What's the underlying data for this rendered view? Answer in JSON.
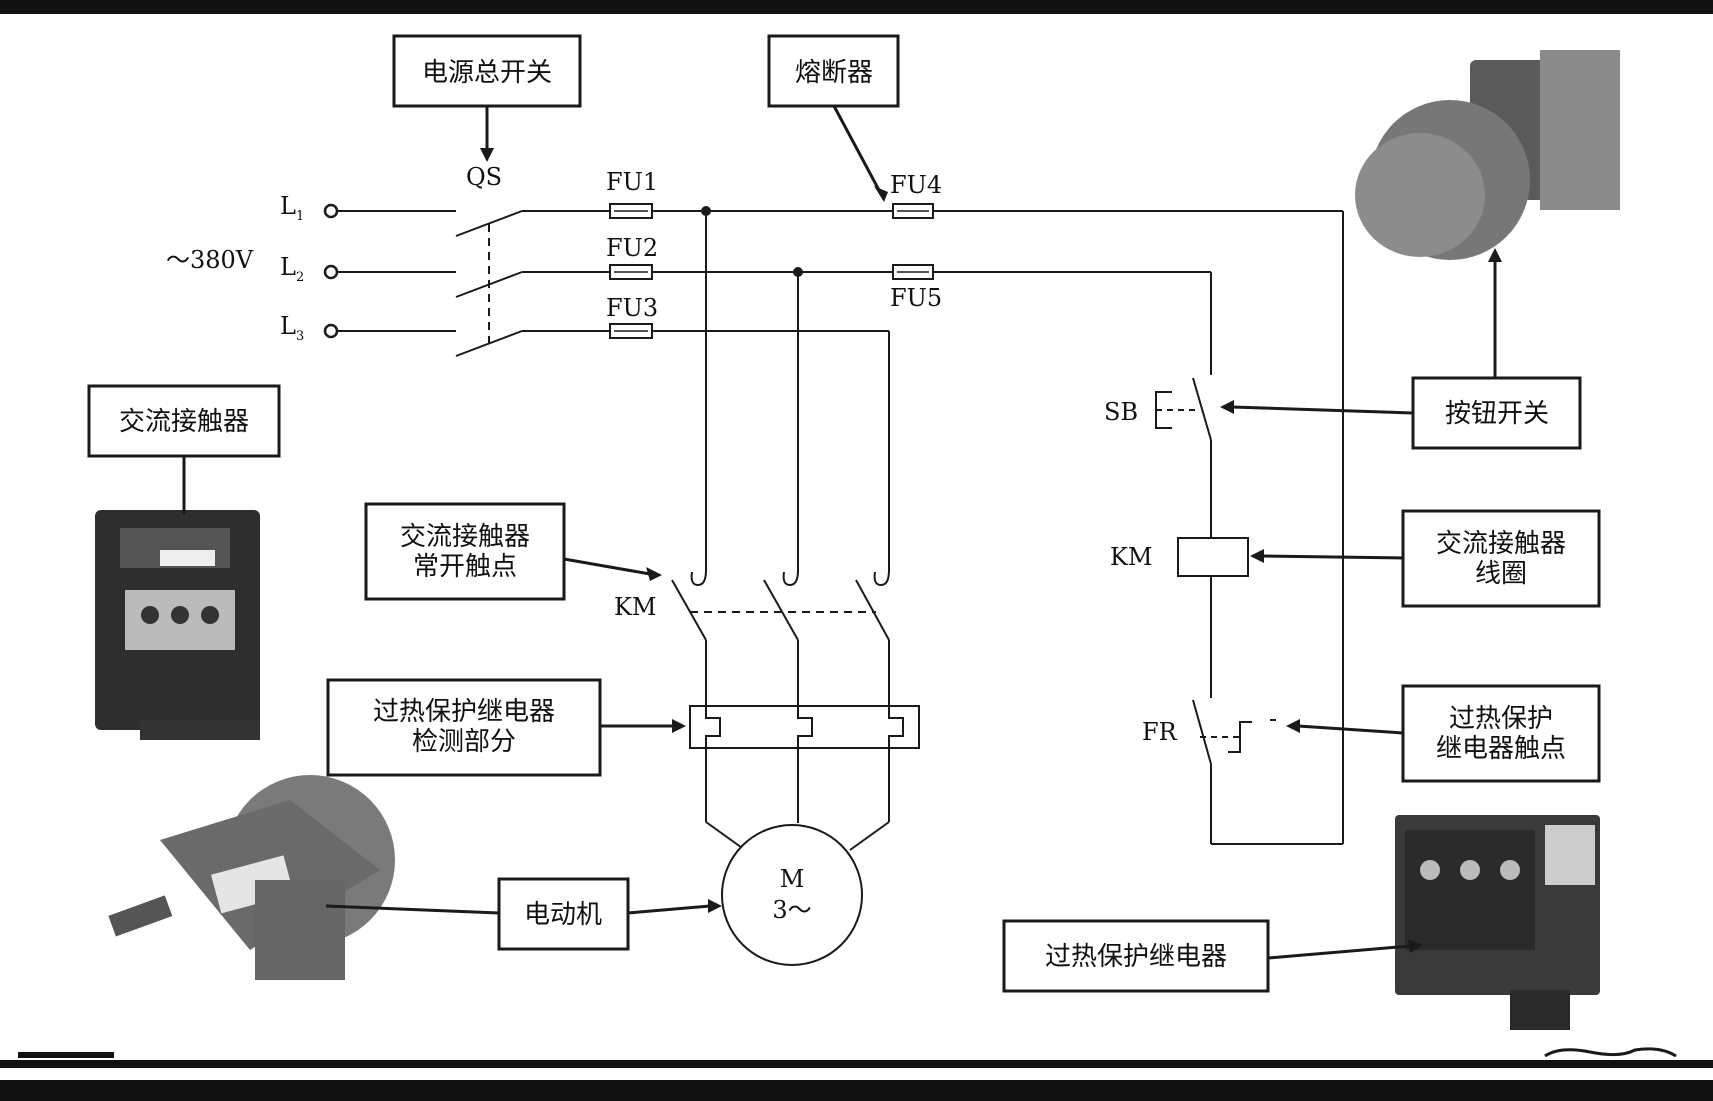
{
  "labels": {
    "main_switch": "电源总开关",
    "fuse": "熔断器",
    "push_button": "按钮开关",
    "contactor": "交流接触器",
    "contactor_no_contact": "交流接触器\n常开触点",
    "contactor_coil": "交流接触器\n线圈",
    "overload_detect": "过热保护继电器\n检测部分",
    "overload_contact": "过热保护\n继电器触点",
    "motor": "电动机",
    "overload_relay": "过热保护继电器"
  },
  "symbols": {
    "L1": "L",
    "L1_sub": "1",
    "L2": "L",
    "L2_sub": "2",
    "L3": "L",
    "L3_sub": "3",
    "voltage": "～380V",
    "QS": "QS",
    "FU1": "FU1",
    "FU2": "FU2",
    "FU3": "FU3",
    "FU4": "FU4",
    "FU5": "FU5",
    "SB": "SB",
    "KM_main": "KM",
    "KM_coil": "KM",
    "FR": "FR",
    "motor_M": "M",
    "motor_phase": "3～"
  },
  "colors": {
    "line": "#1a1a1a",
    "photo": "#6e6e6e"
  }
}
